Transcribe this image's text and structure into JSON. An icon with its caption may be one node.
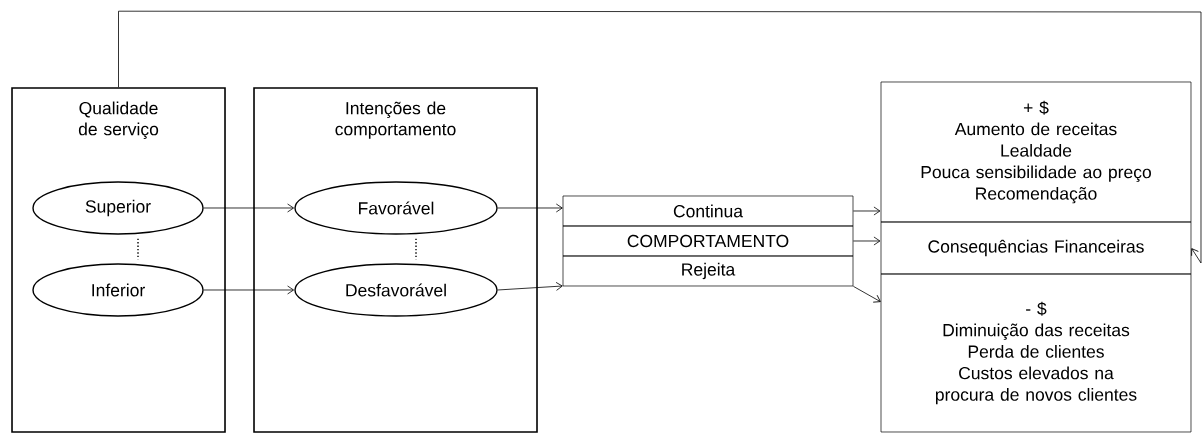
{
  "diagram": {
    "nodes": [
      {
        "text": [
          "Qualidade de serviço"
        ]
      },
      {
        "text": [
          "Superior"
        ],
        "in": 0
      },
      {
        "text": [
          "Inferior"
        ],
        "in": 0
      },
      {
        "text": [
          "Intenções de comportamento"
        ]
      },
      {
        "text": [
          "Favorável"
        ],
        "in": 3
      },
      {
        "text": [
          "Desfavorável"
        ],
        "in": 3
      },
      {
        "text": [
          "Continua"
        ]
      },
      {
        "text": [
          "COMPORTAMENTO"
        ]
      },
      {
        "text": [
          "Rejeita"
        ]
      },
      {
        "text": [
          "+ $",
          "Aumento de receitas",
          "Lealdade",
          "Pouca sensibilidade ao preço",
          "Recomendação"
        ]
      },
      {
        "text": [
          "Consequências Financeiras"
        ]
      },
      {
        "text": [
          "- $",
          "Diminuição das receitas",
          "Perda de clientes",
          "Custos elevados na procura de novos clientes"
        ]
      }
    ],
    "edges": [
      {
        "from": 1,
        "to": 2,
        "arrow": "none",
        "style": "dashed"
      },
      {
        "from": 4,
        "to": 5,
        "arrow": "none",
        "style": "dashed"
      },
      {
        "from": 1,
        "to": 4,
        "arrow": "to"
      },
      {
        "from": 2,
        "to": 5,
        "arrow": "to"
      },
      {
        "from": 4,
        "to": 6,
        "arrow": "to"
      },
      {
        "from": 5,
        "to": 8,
        "arrow": "to"
      },
      {
        "from": 6,
        "to": 9,
        "arrow": "to"
      },
      {
        "from": 7,
        "to": 10,
        "arrow": "to"
      },
      {
        "from": 8,
        "to": 11,
        "arrow": "to"
      },
      {
        "from": 0,
        "to": 10,
        "arrow": "to"
      }
    ]
  }
}
